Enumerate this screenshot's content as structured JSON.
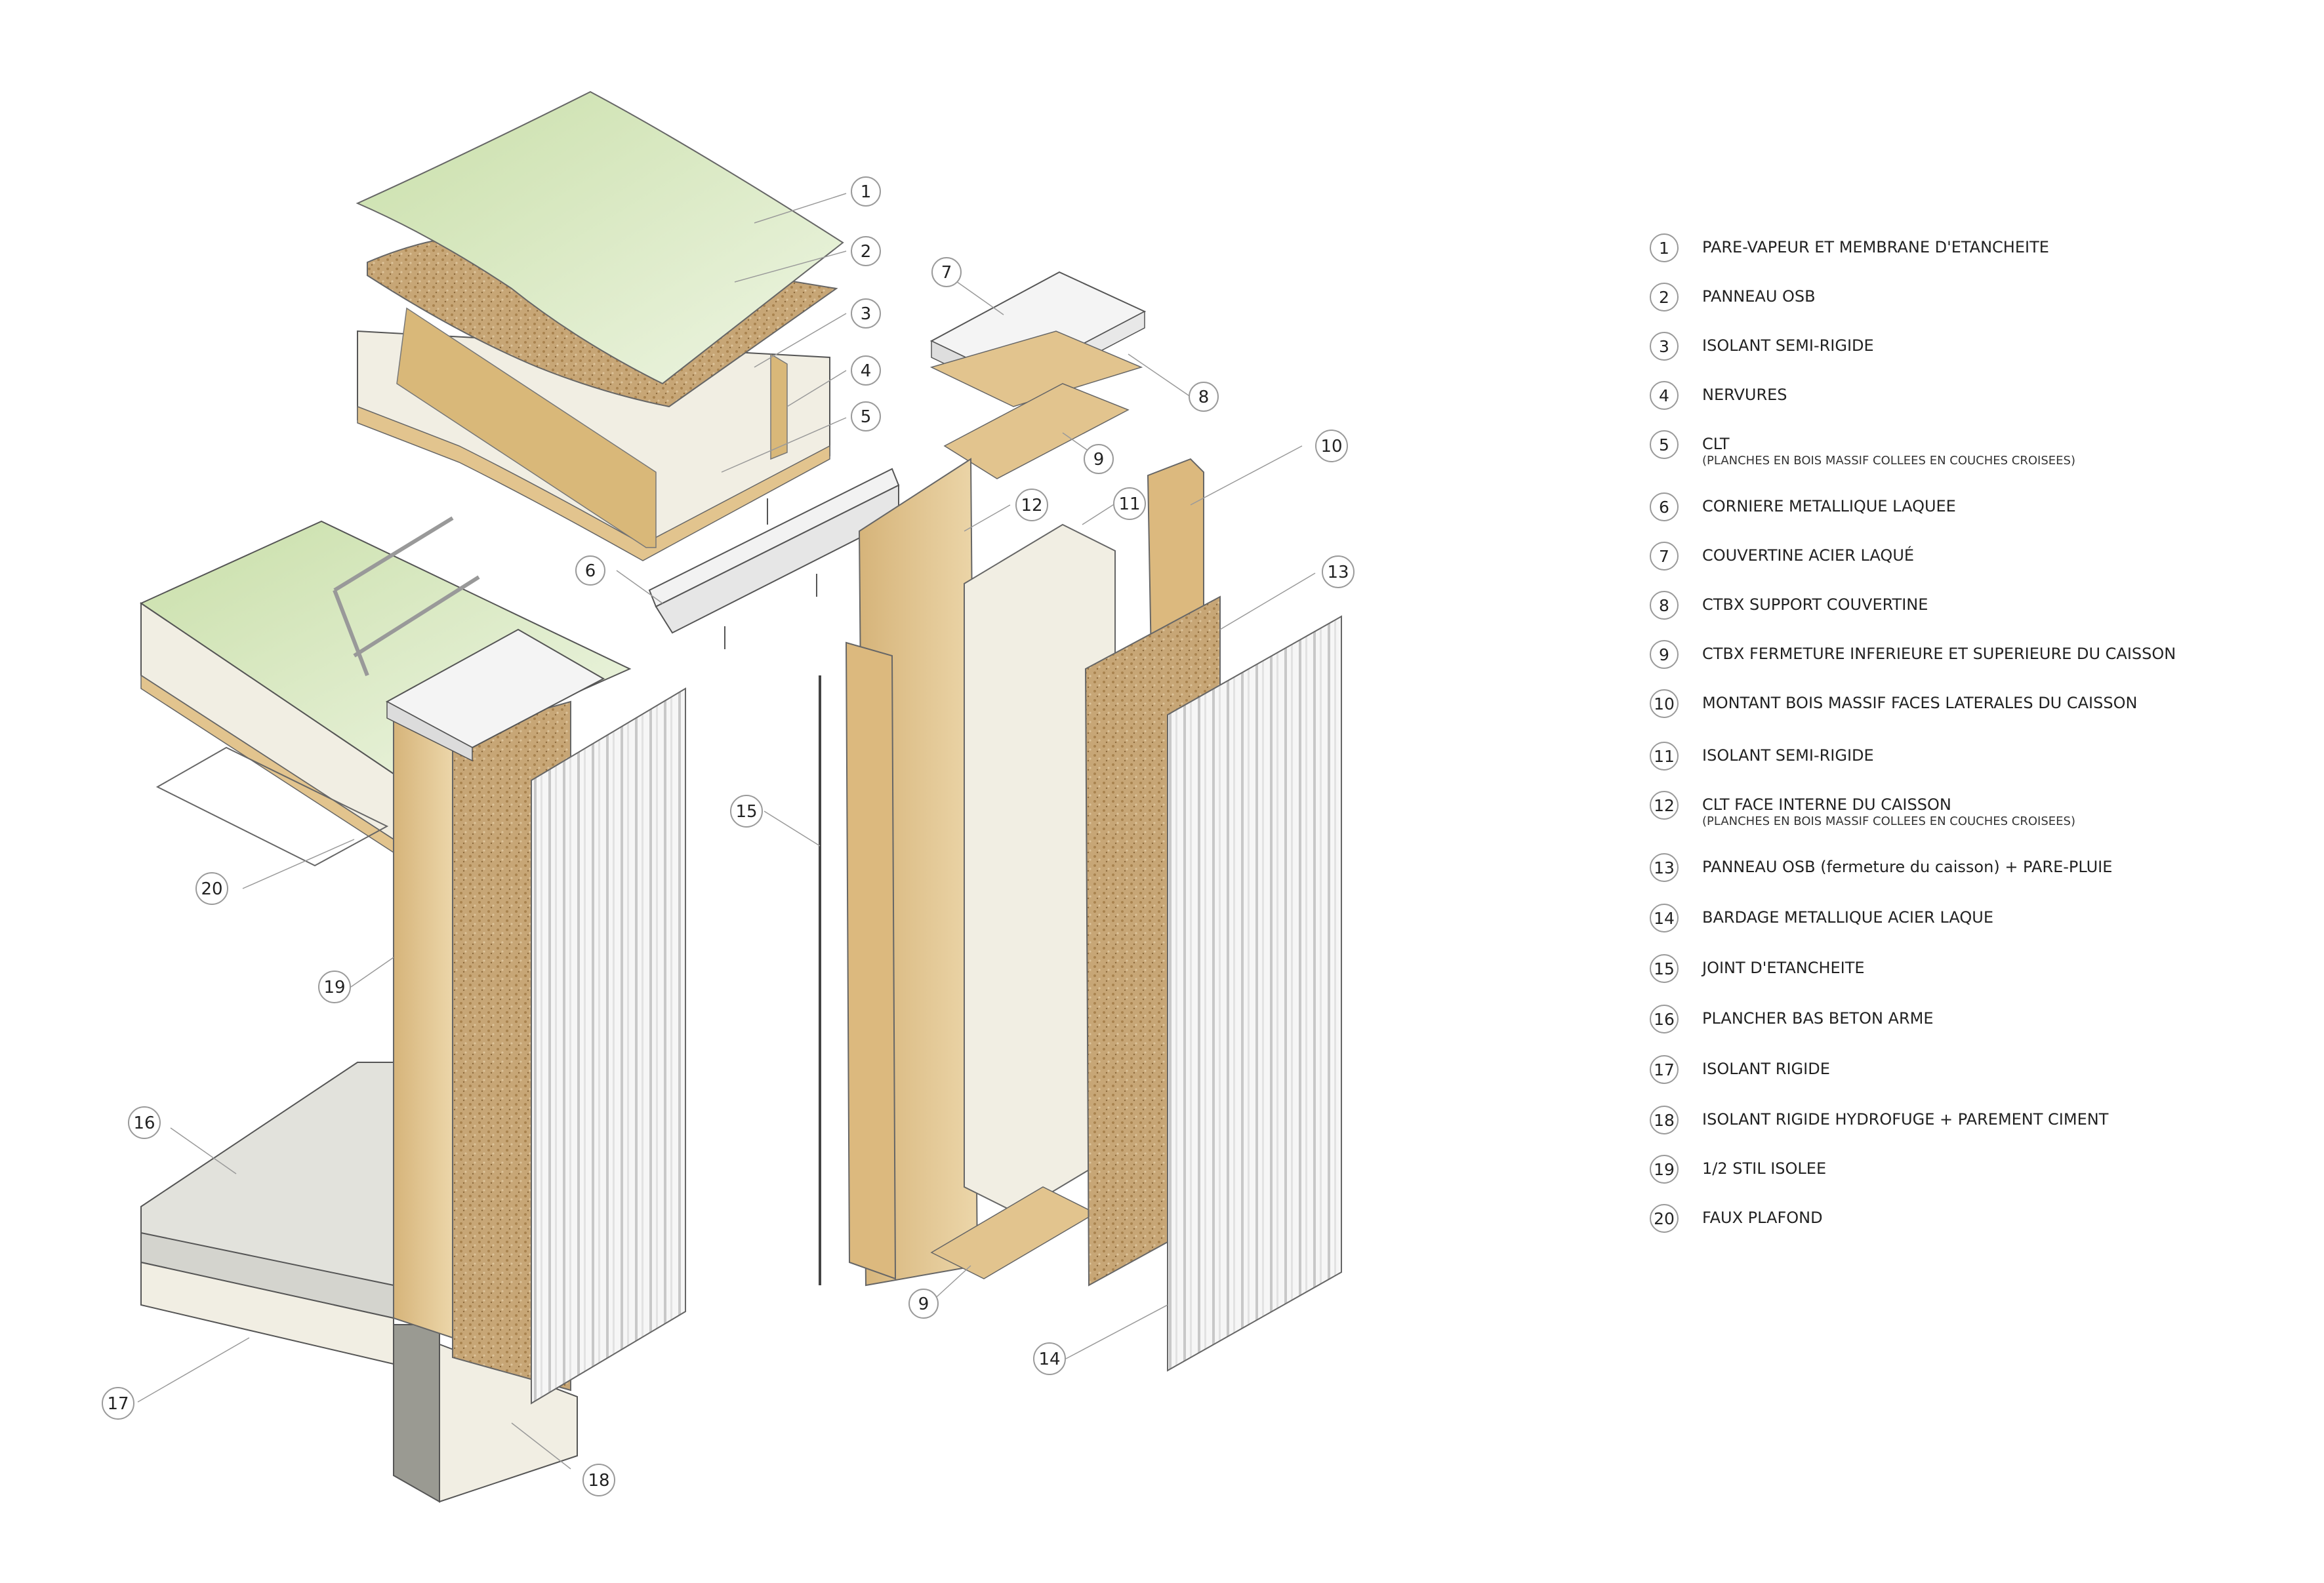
{
  "callouts": [
    "1",
    "2",
    "3",
    "4",
    "5",
    "6",
    "7",
    "8",
    "9",
    "10",
    "11",
    "12",
    "13",
    "14",
    "15",
    "16",
    "17",
    "18",
    "19",
    "20"
  ],
  "legend": [
    {
      "num": "1",
      "text": "PARE-VAPEUR ET MEMBRANE D'ETANCHEITE",
      "sub": ""
    },
    {
      "num": "2",
      "text": "PANNEAU OSB",
      "sub": ""
    },
    {
      "num": "3",
      "text": "ISOLANT SEMI-RIGIDE",
      "sub": ""
    },
    {
      "num": "4",
      "text": "NERVURES",
      "sub": ""
    },
    {
      "num": "5",
      "text": "CLT",
      "sub": "(PLANCHES EN BOIS MASSIF COLLEES EN COUCHES CROISEES)"
    },
    {
      "num": "6",
      "text": "CORNIERE METALLIQUE LAQUEE",
      "sub": ""
    },
    {
      "num": "7",
      "text": "COUVERTINE ACIER LAQUÉ",
      "sub": ""
    },
    {
      "num": "8",
      "text": "CTBX SUPPORT COUVERTINE",
      "sub": ""
    },
    {
      "num": "9",
      "text": "CTBX FERMETURE INFERIEURE ET SUPERIEURE DU CAISSON",
      "sub": ""
    },
    {
      "num": "10",
      "text": "MONTANT BOIS MASSIF FACES LATERALES DU CAISSON",
      "sub": ""
    },
    {
      "num": "11",
      "text": "ISOLANT SEMI-RIGIDE",
      "sub": ""
    },
    {
      "num": "12",
      "text": "CLT FACE INTERNE DU CAISSON",
      "sub": "(PLANCHES EN BOIS MASSIF COLLEES EN COUCHES CROISEES)"
    },
    {
      "num": "13",
      "text": "PANNEAU OSB (fermeture du caisson) + PARE-PLUIE",
      "sub": ""
    },
    {
      "num": "14",
      "text": "BARDAGE METALLIQUE ACIER LAQUE",
      "sub": ""
    },
    {
      "num": "15",
      "text": "JOINT D'ETANCHEITE",
      "sub": ""
    },
    {
      "num": "16",
      "text": "PLANCHER BAS BETON ARME",
      "sub": ""
    },
    {
      "num": "17",
      "text": "ISOLANT RIGIDE",
      "sub": ""
    },
    {
      "num": "18",
      "text": "ISOLANT RIGIDE HYDROFUGE + PAREMENT CIMENT",
      "sub": ""
    },
    {
      "num": "19",
      "text": "1/2 STIL ISOLEE",
      "sub": ""
    },
    {
      "num": "20",
      "text": "FAUX PLAFOND",
      "sub": ""
    }
  ],
  "colors": {
    "membrane": "#cfe2b4",
    "osb": "#c9a978",
    "insulation": "#f1eee3",
    "wood": "#e2c48e",
    "metal": "#f4f4f4",
    "concrete": "#e2e2dc",
    "leader": "#9a9a9a"
  }
}
